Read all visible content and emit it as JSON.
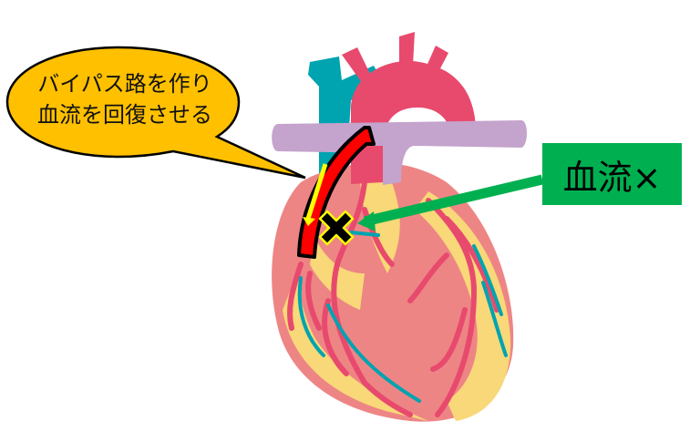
{
  "callout": {
    "lines": [
      "バイパス路を作り",
      "血流を回復させる"
    ],
    "fill": "#ffc000",
    "stroke": "#000000"
  },
  "label": {
    "text": "血流×",
    "fill": "#00b050"
  },
  "figure": {
    "subject": "heart-illustration",
    "colors": {
      "myocardium": "#ee8585",
      "fat": "#f8d878",
      "artery": "#e84a6e",
      "vein": "#00a3b0",
      "pulmonary_artery": "#c4a3cc",
      "bypass_graft": "#ff0000",
      "bypass_arrow": "#ffff00",
      "blockage_mark": "#000000",
      "pointer_arrow": "#00b050"
    }
  }
}
